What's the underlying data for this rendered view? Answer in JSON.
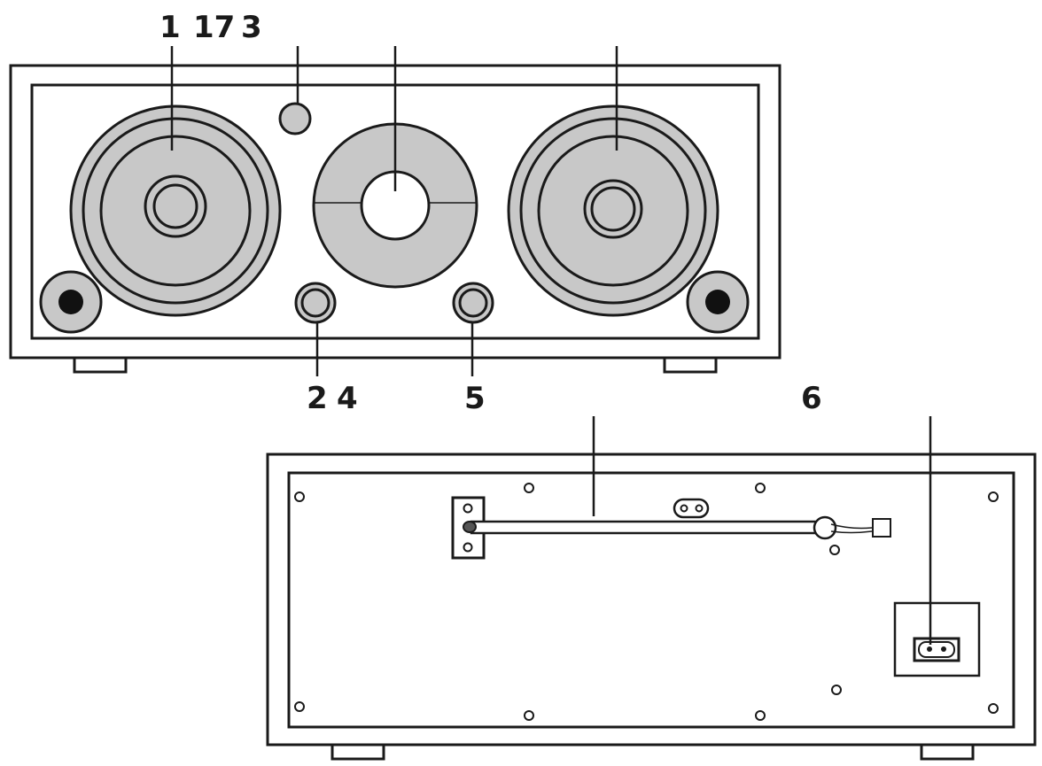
{
  "front_view": {
    "callouts_top": [
      {
        "id": "label-1",
        "text": "1"
      },
      {
        "id": "label-17",
        "text": "17"
      },
      {
        "id": "label-3",
        "text": "3"
      }
    ],
    "callouts_bottom": [
      {
        "id": "label-2",
        "text": "2"
      },
      {
        "id": "label-4",
        "text": "4"
      },
      {
        "id": "label-5",
        "text": "5"
      }
    ]
  },
  "rear_view": {
    "callouts_top": [
      {
        "id": "label-6",
        "text": "6"
      }
    ]
  },
  "colors": {
    "line": "#1a1a1a",
    "fill_gray": "#c8c8c8",
    "background": "#ffffff"
  }
}
